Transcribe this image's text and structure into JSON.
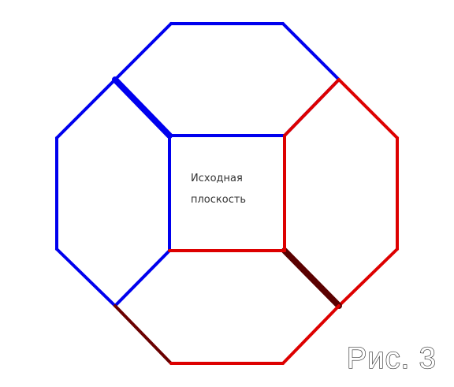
{
  "diagram": {
    "center_label": {
      "line1": "Исходная",
      "line2": "плоскость"
    },
    "figure_label": "Рис. 3",
    "colors": {
      "blue": "#0000ee",
      "red": "#dd0000",
      "dark_red": "#5a0000",
      "background": "#ffffff"
    }
  }
}
